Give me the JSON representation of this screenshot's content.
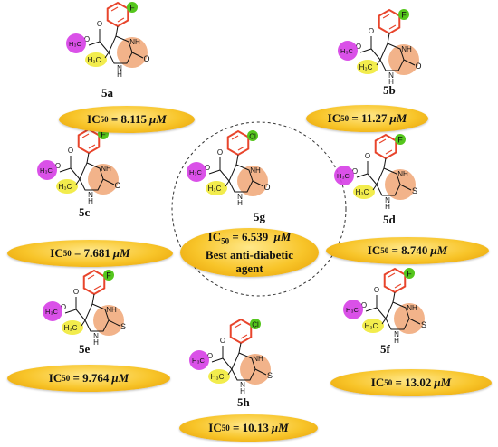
{
  "compounds": [
    {
      "id": "5a",
      "halogen": "F",
      "hetero": "O",
      "ic50_value": "8.115",
      "ic50_unit": "μM"
    },
    {
      "id": "5b",
      "halogen": "F",
      "hetero": "O",
      "ic50_value": "11.27",
      "ic50_unit": "μM"
    },
    {
      "id": "5c",
      "halogen": "F",
      "hetero": "O",
      "ic50_value": "7.681",
      "ic50_unit": "μM"
    },
    {
      "id": "5d",
      "halogen": "F",
      "hetero": "S",
      "ic50_value": "8.740",
      "ic50_unit": "μM"
    },
    {
      "id": "5e",
      "halogen": "F",
      "hetero": "S",
      "ic50_value": "9.764",
      "ic50_unit": "μM"
    },
    {
      "id": "5f",
      "halogen": "F",
      "hetero": "S",
      "ic50_value": "13.02",
      "ic50_unit": "μM"
    },
    {
      "id": "5g",
      "halogen": "Cl",
      "hetero": "O",
      "ic50_value": "6.539",
      "ic50_unit": "μM"
    },
    {
      "id": "5h",
      "halogen": "Cl",
      "hetero": "S",
      "ic50_value": "10.13",
      "ic50_unit": "μM"
    }
  ],
  "ic50_label": "IC",
  "ic50_sub": "50",
  "best_text_line1": "Best anti-diabetic",
  "best_text_line2": "agent",
  "ch3_text": "H3C",
  "nh_text": "NH",
  "colors": {
    "pill": "#f8c52a",
    "phenyl": "#e8452c",
    "halo": "#55c61d",
    "ester": "#d63ee6",
    "ring": "#f0a676",
    "methyl": "#f1ea3a"
  }
}
